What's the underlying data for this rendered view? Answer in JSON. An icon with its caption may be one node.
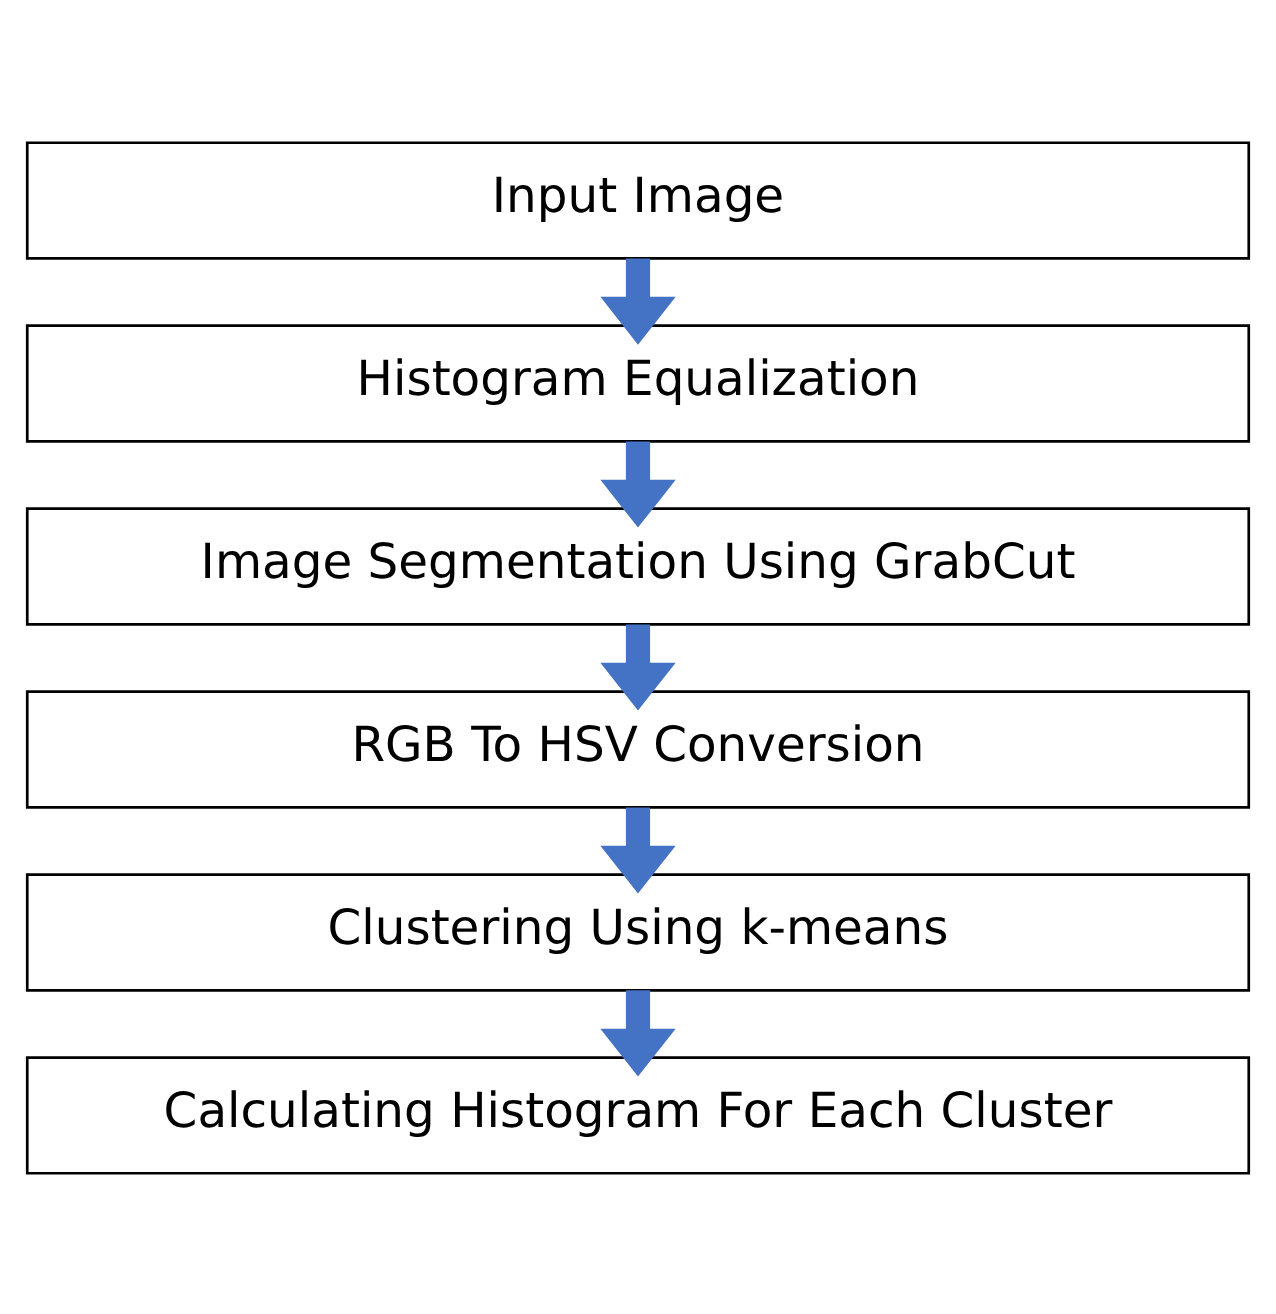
{
  "diagram": {
    "nodes": [
      {
        "text": [
          "Input Image"
        ]
      },
      {
        "text": [
          "Histogram Equalization"
        ]
      },
      {
        "text": [
          "Image Segmentation Using GrabCut"
        ]
      },
      {
        "text": [
          "RGB To HSV Conversion"
        ]
      },
      {
        "text": [
          "Clustering Using k-means"
        ]
      },
      {
        "text": [
          "Calculating Histogram For Each Cluster"
        ]
      }
    ],
    "edges": [
      {
        "from": 0,
        "to": 1,
        "arrow": "to"
      },
      {
        "from": 1,
        "to": 2,
        "arrow": "to"
      },
      {
        "from": 2,
        "to": 3,
        "arrow": "to"
      },
      {
        "from": 3,
        "to": 4,
        "arrow": "to"
      },
      {
        "from": 4,
        "to": 5,
        "arrow": "to"
      }
    ]
  }
}
